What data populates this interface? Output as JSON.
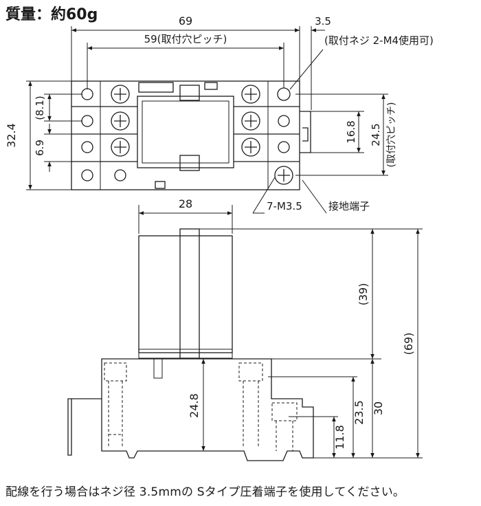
{
  "weight_label": "質量：約60g",
  "top_view": {
    "overall_width": "69",
    "pitch_width": "59(取付穴ピッチ)",
    "mount_offset": "3.5",
    "mount_screw": "(取付ネジ 2-M4使用可)",
    "dim_8_1": "(8.1)",
    "dim_6_9": "6.9",
    "dim_32_4": "32.4",
    "dim_16_8": "16.8",
    "dim_24_5": "24.5",
    "vertical_pitch": "(取付穴ピッチ)",
    "terminal_screws": "7-M3.5",
    "ground_terminal": "接地端子"
  },
  "side_view": {
    "dim_28": "28",
    "dim_39": "(39)",
    "dim_69": "(69)",
    "dim_24_8": "24.8",
    "dim_30": "30",
    "dim_23_5": "23.5",
    "dim_11_8": "11.8"
  },
  "footnote": "配線を行う場合はネジ径 3.5mmの Sタイプ圧着端子を使用してください。"
}
